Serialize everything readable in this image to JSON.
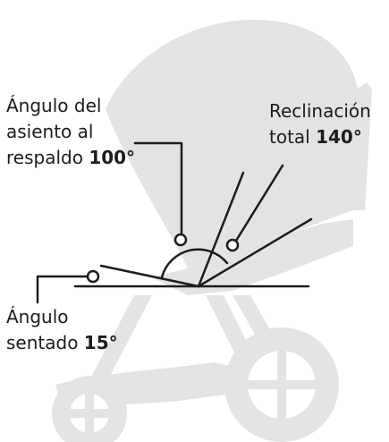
{
  "labels": {
    "seat_back": {
      "line1": "Ángulo del",
      "line2": "asiento al",
      "line3_text": "respaldo ",
      "line3_value": "100°"
    },
    "total_recline": {
      "line1": "Reclinación",
      "line2_text": "total ",
      "line2_value": "140°"
    },
    "sitting": {
      "line1": "Ángulo",
      "line2_text": "sentado ",
      "line2_value": "15°"
    }
  },
  "colors": {
    "stroller_silhouette": "#e3e3e3",
    "line": "#1c1c1c",
    "background": "#ffffff"
  },
  "icons": {
    "background": "stroller-silhouette-icon"
  }
}
